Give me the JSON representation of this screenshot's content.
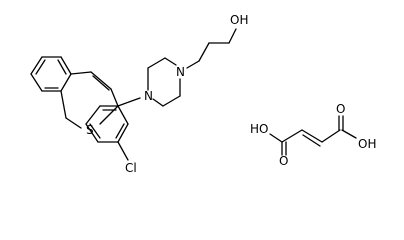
{
  "structure": {
    "atom_labels": {
      "hydroxyl_top": "OH",
      "piperazine_n1": "N",
      "piperazine_n4": "N",
      "sulfur": "S",
      "chlorine": "Cl",
      "fumaric_oh_left": "HO",
      "fumaric_o_left": "O",
      "fumaric_o_right": "O",
      "fumaric_oh_right": "OH"
    }
  }
}
